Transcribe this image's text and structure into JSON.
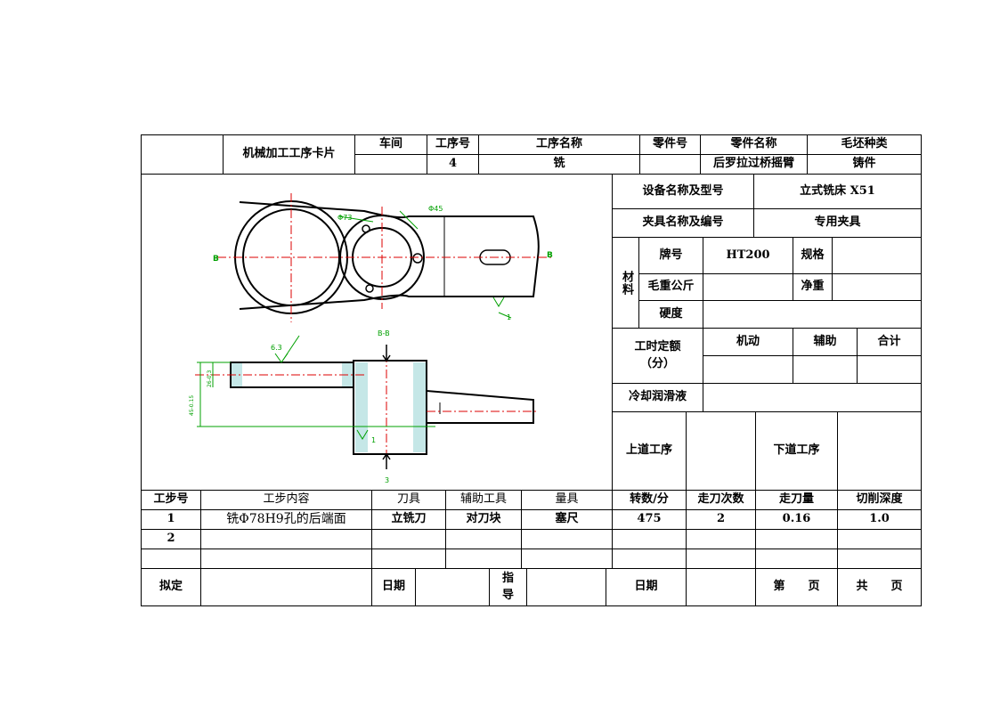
{
  "header": {
    "card_title": "机械加工工序卡片",
    "workshop_label": "车间",
    "op_no_label": "工序号",
    "op_name_label": "工序名称",
    "part_no_label": "零件号",
    "part_name_label": "零件名称",
    "blank_type_label": "毛坯种类",
    "op_no": "4",
    "op_name": "铣",
    "part_name": "后罗拉过桥摇臂",
    "blank_type": "铸件"
  },
  "info": {
    "equipment_label": "设备名称及型号",
    "equipment": "立式铣床 X51",
    "fixture_label": "夹具名称及编号",
    "fixture": "专用夹具",
    "material_label": "材料",
    "grade_label": "牌号",
    "grade": "HT200",
    "spec_label": "规格",
    "gross_weight_label": "毛重公斤",
    "net_weight_label": "净重",
    "hardness_label": "硬度",
    "time_quota_label": "工时定额",
    "time_unit_label": "（分）",
    "machine_time_label": "机动",
    "aux_time_label": "辅助",
    "total_time_label": "合计",
    "coolant_label": "冷却润滑液",
    "prev_op_label": "上道工序",
    "next_op_label": "下道工序"
  },
  "drawing": {
    "labels": [
      "B",
      "B",
      "Φ73",
      "Φ45",
      "B-B",
      "6.3",
      "1",
      "1",
      "3"
    ],
    "dims_left": [
      "45-0.15",
      "26-0.3"
    ]
  },
  "steps_table": {
    "headers": [
      "工步号",
      "工步内容",
      "刀具",
      "辅助工具",
      "量具",
      "转数/分",
      "走刀次数",
      "走刀量",
      "切削深度"
    ],
    "rows": [
      [
        "1",
        "铣Φ78H9孔的后端面",
        "立铣刀",
        "对刀块",
        "塞尺",
        "475",
        "2",
        "0.16",
        "1.0"
      ],
      [
        "2",
        "",
        "",
        "",
        "",
        "",
        "",
        "",
        ""
      ],
      [
        "",
        "",
        "",
        "",
        "",
        "",
        "",
        "",
        ""
      ]
    ]
  },
  "footer": {
    "drafted_label": "拟定",
    "date_label": "日期",
    "guide_label": "指导",
    "date2_label": "日期",
    "page_no_label": "第　　页",
    "total_pages_label": "共　　页"
  }
}
